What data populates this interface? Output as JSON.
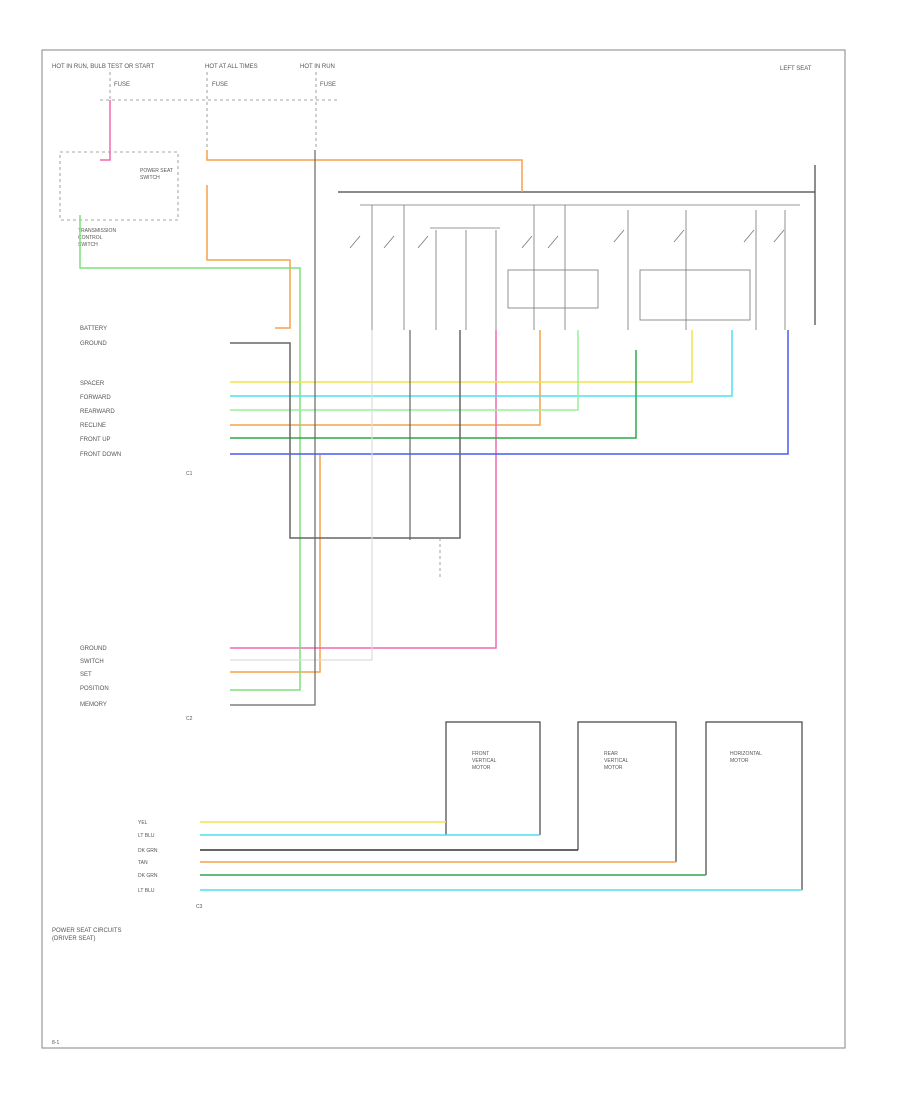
{
  "header": {
    "left_text": "HOT IN RUN, BULB TEST OR START",
    "mid_text": "HOT AT ALL TIMES",
    "right_text": "HOT IN RUN",
    "corner_label": "LEFT SEAT",
    "fuse_labels": [
      "FUSE",
      "FUSE",
      "FUSE"
    ]
  },
  "module": {
    "name_lines": [
      "POWER SEAT",
      "SWITCH"
    ],
    "caption_lines": [
      "TRANSMISSION",
      "CONTROL",
      "SWITCH"
    ]
  },
  "colors": {
    "orange": "#f5a04a",
    "pink": "#f06ab4",
    "green": "#7ee07e",
    "yellow": "#f3e24a",
    "cyan": "#4fe0f0",
    "light_green": "#9af09a",
    "dark_green": "#2ea84a",
    "blue": "#4a5cf0",
    "gray": "#666666",
    "black": "#333333"
  },
  "upper_connector": {
    "rows": [
      "BATTERY",
      "GROUND",
      "SPACER",
      "FORWARD",
      "REARWARD",
      "RECLINE",
      "FRONT UP",
      "FRONT DOWN"
    ],
    "id": "C1"
  },
  "lower_connector": {
    "rows": [
      "GROUND",
      "SWITCH",
      "SET",
      "POSITION",
      "MEMORY"
    ],
    "id": "C2"
  },
  "right_connector": {
    "id": "C3"
  },
  "wires": {
    "right_pin_labels": [
      "YEL",
      "LT BLU",
      "DK GRN",
      "TAN",
      "DK GRN",
      "LT BLU"
    ]
  },
  "motors": [
    {
      "name_lines": [
        "FRONT",
        "VERTICAL",
        "MOTOR"
      ]
    },
    {
      "name_lines": [
        "REAR",
        "VERTICAL",
        "MOTOR"
      ]
    },
    {
      "name_lines": [
        "HORIZONTAL",
        "MOTOR"
      ]
    }
  ],
  "footer": {
    "lines": [
      "POWER SEAT CIRCUITS",
      "(DRIVER SEAT)"
    ]
  },
  "page_ref": "8-1"
}
